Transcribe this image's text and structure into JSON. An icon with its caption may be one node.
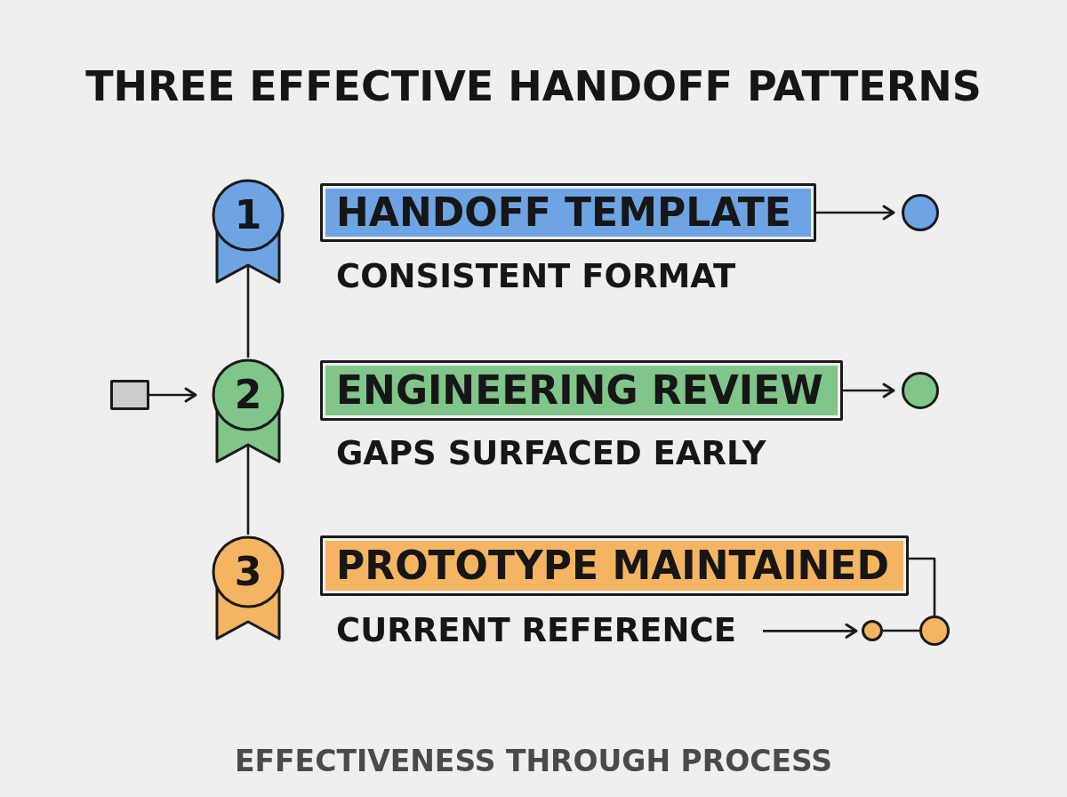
{
  "diagram": {
    "title": "THREE EFFECTIVE HANDOFF PATTERNS",
    "caption": "EFFECTIVENESS THROUGH PROCESS",
    "nodes": [
      {
        "text": [
          "1"
        ]
      },
      {
        "text": [
          "HANDOFF TEMPLATE"
        ],
        "beside": [
          "CONSISTENT FORMAT"
        ]
      },
      {
        "text": [],
        "shape": "circle"
      },
      {
        "text": [
          "2"
        ]
      },
      {
        "text": [],
        "shape": "box"
      },
      {
        "text": [
          "ENGINEERING REVIEW"
        ],
        "beside": [
          "GAPS SURFACED EARLY"
        ]
      },
      {
        "text": [],
        "shape": "circle"
      },
      {
        "text": [
          "3"
        ]
      },
      {
        "text": [
          "PROTOTYPE MAINTAINED"
        ]
      },
      {
        "text": [
          "CURRENT REFERENCE"
        ]
      },
      {
        "text": [],
        "shape": "circle"
      },
      {
        "text": [],
        "shape": "circle"
      }
    ],
    "edges": [
      {
        "from": 0,
        "to": 3,
        "arrow": "none"
      },
      {
        "from": 3,
        "to": 7,
        "arrow": "none"
      },
      {
        "from": 4,
        "to": 3,
        "arrow": "to"
      },
      {
        "from": 1,
        "to": 2,
        "arrow": "to"
      },
      {
        "from": 5,
        "to": 6,
        "arrow": "to"
      },
      {
        "from": 8,
        "to": 11,
        "arrow": "none"
      },
      {
        "from": 9,
        "to": 10,
        "arrow": "to"
      },
      {
        "from": 10,
        "to": 11,
        "arrow": "none"
      }
    ]
  }
}
